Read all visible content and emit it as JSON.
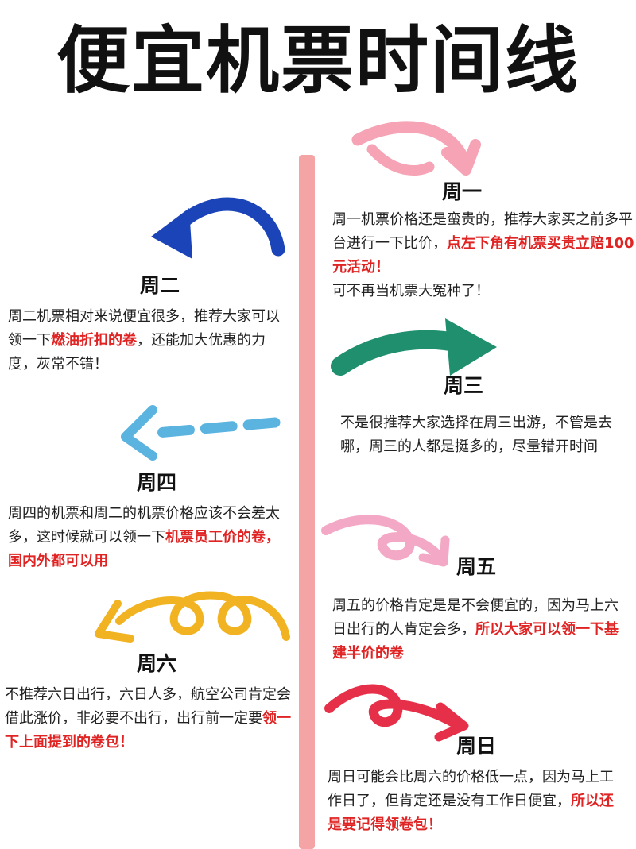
{
  "title": "便宜机票时间线",
  "colors": {
    "timeline": "#f4a4a4",
    "highlight": "#e02424",
    "arrow_pink_light": "#f5a3b5",
    "arrow_blue_dark": "#1a44b8",
    "arrow_green": "#1f8f6e",
    "arrow_blue_light": "#5bb3e0",
    "arrow_pink_pale": "#f3a9c6",
    "arrow_yellow": "#f2b322",
    "arrow_red": "#e6304a"
  },
  "days": [
    {
      "label": "周一",
      "text_pre": "周一机票价格还是蛮贵的，推荐大家买之前多平台进行一下比价，",
      "highlight": "点左下角有机票买贵立赔100元活动！",
      "text_post": "可不再当机票大冤种了！"
    },
    {
      "label": "周二",
      "text_pre": "周二机票相对来说便宜很多，推荐大家可以领一下",
      "highlight": "燃油折扣的卷",
      "text_post": "，还能加大优惠的力度，灰常不错！"
    },
    {
      "label": "周三",
      "text_pre": "不是很推荐大家选择在周三出游，不管是去哪，周三的人都是挺多的，尽量错开时间",
      "highlight": "",
      "text_post": ""
    },
    {
      "label": "周四",
      "text_pre": "周四的机票和周二的机票价格应该不会差太多，这时候就可以领一下",
      "highlight": "机票员工价的卷，国内外都可以用",
      "text_post": ""
    },
    {
      "label": "周五",
      "text_pre": "周五的价格肯定是是不会便宜的，因为马上六日出行的人肯定会多，",
      "highlight": "所以大家可以领一下基建半价的卷",
      "text_post": ""
    },
    {
      "label": "周六",
      "text_pre": "不推荐六日出行，六日人多，航空公司肯定会借此涨价，非必要不出行，出行前一定要",
      "highlight": "领一下上面提到的卷包！",
      "text_post": ""
    },
    {
      "label": "周日",
      "text_pre": "周日可能会比周六的价格低一点，因为马上工作日了，但肯定还是没有工作日便宜，",
      "highlight": "所以还是要记得领卷包！",
      "text_post": ""
    }
  ]
}
